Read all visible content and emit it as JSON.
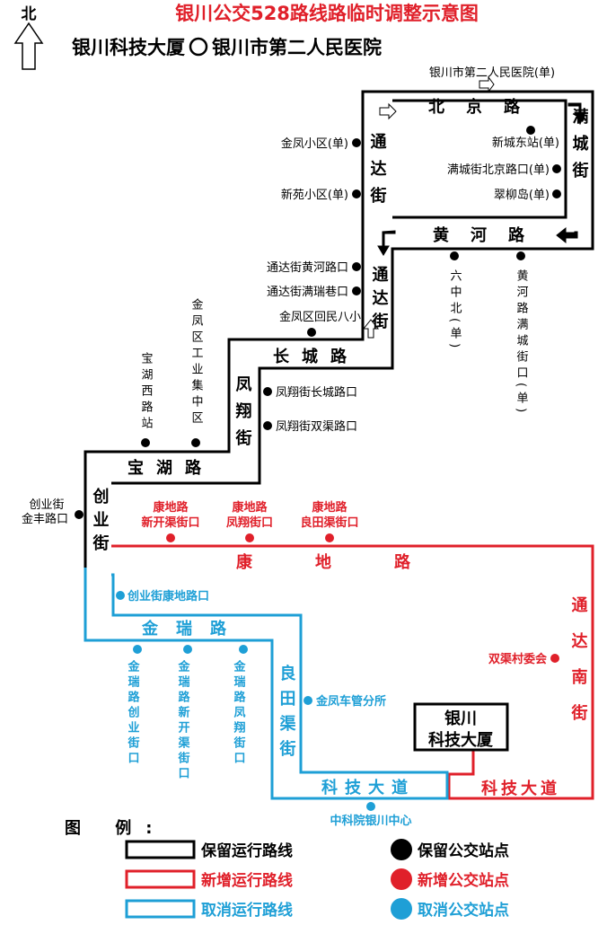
{
  "title": "银川公交528路线路临时调整示意图",
  "subtitle_from": "银川科技大厦",
  "subtitle_to": "银川市第二人民医院",
  "north": "北",
  "colors": {
    "keep": "#000000",
    "new": "#e0202a",
    "cancel": "#1e9fd6",
    "title": "#e0202a"
  },
  "roads": {
    "beijing": "北京路",
    "mancheng": "满城街",
    "huanghe": "黄河路",
    "tongda_upper": "通达街",
    "tongda_lower": "通达街",
    "changcheng": "长城路",
    "fengxiang": "凤翔街",
    "baohu": "宝湖路",
    "chuangye": "创业街",
    "kangdi": "康地路",
    "tongdanan": "通达南街",
    "jinrui": "金瑞路",
    "liangtianqu": "良田渠街",
    "keji_blue": "科技大道",
    "keji_red": "科技大道"
  },
  "destination": {
    "line1": "银川",
    "line2": "科技大厦"
  },
  "stops_keep": {
    "yiyuan": "银川市第二人民医院(单)",
    "jinfeng": "金凤小区(单)",
    "xinyuan": "新苑小区(单)",
    "xinchengdong": "新城东站(单)",
    "manchengbeijing": "满城街北京路口(单)",
    "cuiliu": "翠柳岛(单)",
    "tongdahuanghe": "通达街黄河路口",
    "tongdamanrui": "通达街满瑞巷口",
    "huimin": "金凤区回民八小",
    "liuzhongbei": "六中北(单)",
    "huanghemancheng": "黄河路满城街口(单)",
    "fengxiangchangcheng": "凤翔街长城路口",
    "fengxiangshuangqu": "凤翔街双渠路口",
    "baohuxilu": "宝湖西路站",
    "gongyejizhong": "金凤区工业集中区",
    "chuangyejinfeng_1": "创业街",
    "chuangyejinfeng_2": "金丰路口"
  },
  "stops_new": {
    "xinkaiqu_1": "康地路",
    "xinkaiqu_2": "新开渠街口",
    "fengxiang_1": "康地路",
    "fengxiang_2": "凤翔街口",
    "liangtian_1": "康地路",
    "liangtian_2": "良田渠街口",
    "shuangqu": "双渠村委会"
  },
  "stops_cancel": {
    "chuangyekangdi": "创业街康地路口",
    "jinruichuangye": "金瑞路创业街口",
    "jinruixinkai": "金瑞路新开渠街口",
    "jinruifengxiang": "金瑞路凤翔街口",
    "chegguan": "金凤车管分所",
    "zhongkeyuan": "中科院银川中心"
  },
  "legend": {
    "title": "图 例:",
    "keep_line": "保留运行路线",
    "new_line": "新增运行路线",
    "cancel_line": "取消运行路线",
    "keep_stop": "保留公交站点",
    "new_stop": "新增公交站点",
    "cancel_stop": "取消公交站点"
  }
}
